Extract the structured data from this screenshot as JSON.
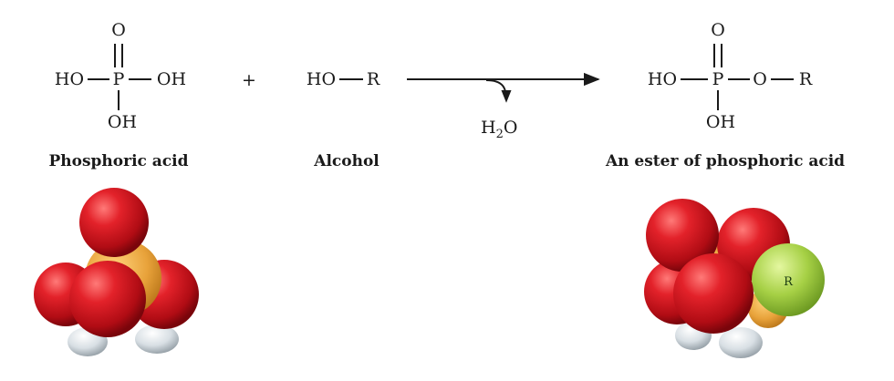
{
  "reactant_1": {
    "atoms": {
      "top_o": "O",
      "center_p": "P",
      "left": "HO",
      "right": "OH",
      "bottom": "OH"
    },
    "caption": "Phosphoric acid"
  },
  "operator": "+",
  "reactant_2": {
    "atoms": {
      "left": "HO",
      "right": "R"
    },
    "caption": "Alcohol"
  },
  "byproduct": {
    "main": "H",
    "subscript": "2",
    "tail": "O"
  },
  "product": {
    "atoms": {
      "top_o": "O",
      "center_p": "P",
      "left": "HO",
      "ester_o": "O",
      "right": "R",
      "bottom": "OH"
    },
    "caption": "An ester of phosphoric acid"
  },
  "product_model_label": "R",
  "colors": {
    "oxygen": "#d0141c",
    "phosphorus": "#e8a23a",
    "hydrogen": "#dde3e7",
    "r_group": "#9ac83c"
  }
}
